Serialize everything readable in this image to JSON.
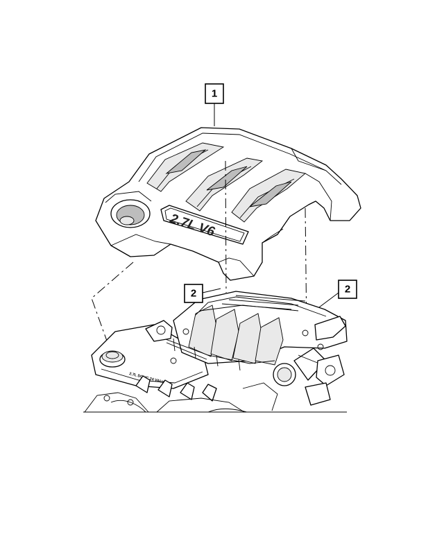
{
  "callouts": [
    {
      "id": "cover",
      "label": "1"
    },
    {
      "id": "fastener",
      "label": "2"
    },
    {
      "id": "manifold-stud",
      "label": "2"
    }
  ],
  "engine_cover_badge": "2.7L V6",
  "valve_cover_text": "2.7L DOHC 24 VALVE"
}
